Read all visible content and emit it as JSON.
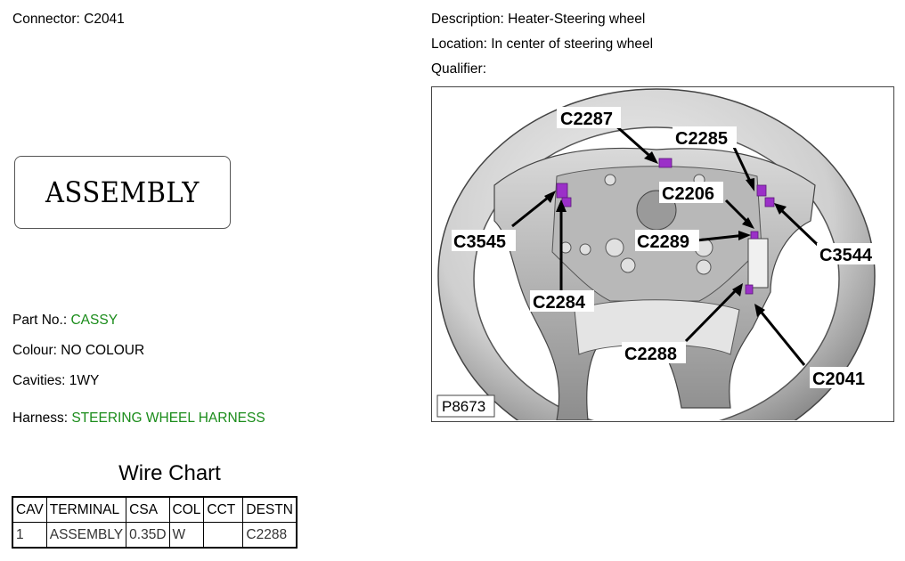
{
  "header": {
    "connector": "Connector: C2041",
    "description": "Description: Heater-Steering wheel",
    "location": "Location: In center of steering wheel",
    "qualifier": "Qualifier:"
  },
  "assembly_label": "ASSEMBLY",
  "details": {
    "part_no_label": "Part No.:",
    "part_no_value": "CASSY",
    "colour": "Colour: NO COLOUR",
    "cavities": "Cavities: 1WY",
    "harness_label": "Harness:",
    "harness_value": "STEERING WHEEL HARNESS"
  },
  "wire_chart": {
    "title": "Wire Chart",
    "columns": [
      "CAV",
      "TERMINAL",
      "CSA",
      "COL",
      "CCT",
      "DESTN"
    ],
    "rows": [
      [
        "1",
        "ASSEMBLY",
        "0.35D",
        "W",
        "",
        "C2288"
      ]
    ]
  },
  "diagram": {
    "callouts": [
      "C2287",
      "C2285",
      "C2206",
      "C3545",
      "C2289",
      "C3544",
      "C2284",
      "C2288",
      "C2041"
    ],
    "code": "P8673"
  },
  "colors": {
    "link_green": "#1a8c1a",
    "connector_purple": "#9b30c8"
  }
}
